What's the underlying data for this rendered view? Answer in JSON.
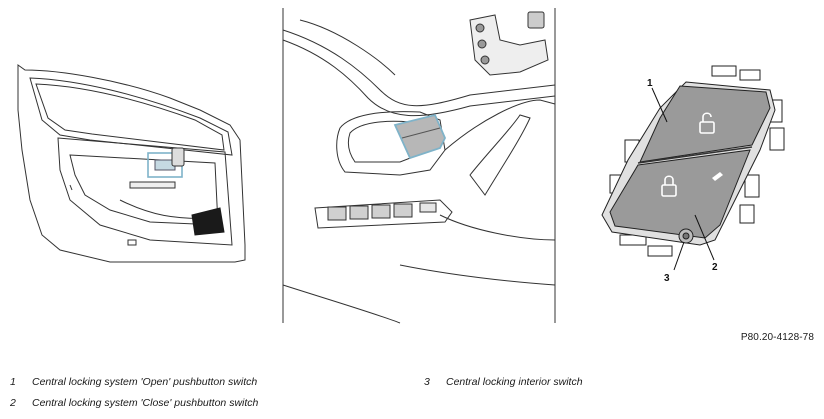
{
  "figure": {
    "code": "P80.20-4128-78",
    "callout_labels": [
      "1",
      "2",
      "3"
    ]
  },
  "legend": [
    {
      "number": "1",
      "text": "Central locking system 'Open' pushbutton switch"
    },
    {
      "number": "2",
      "text": "Central locking system 'Close' pushbutton switch"
    },
    {
      "number": "3",
      "text": "Central locking interior switch"
    }
  ],
  "colors": {
    "line": "#222222",
    "switch_fill": "#9a9a9a",
    "highlight": "#7fb3c9"
  }
}
